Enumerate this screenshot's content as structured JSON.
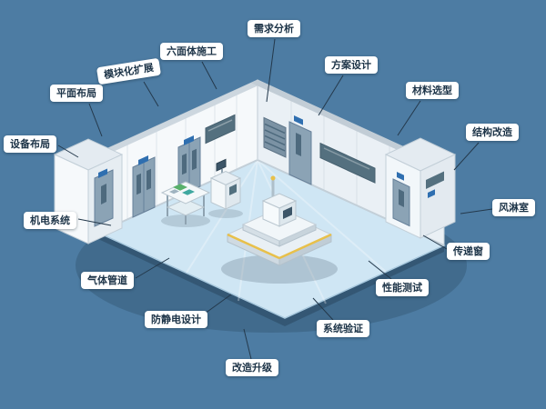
{
  "colors": {
    "background": "#4d7ca3",
    "label_background": "#ffffff",
    "label_text": "#1c3347",
    "leader_line": "#24394c",
    "floor": "#cfe6f4",
    "wall_lit": "#f6f9fb",
    "wall_shaded": "#eaf0f5",
    "wall_top": "#cdd7df",
    "door": "#8ba3b5",
    "door_window": "#4e6a7e",
    "window_strip": "#54707f",
    "door_sign": "#2f6fb0",
    "platform_edge_accent": "#e8c04a",
    "equipment_green": "#58b06b",
    "equipment_teal": "#3fa8a0"
  },
  "labels": [
    {
      "id": "requirement-analysis",
      "text": "需求分析"
    },
    {
      "id": "scheme-design",
      "text": "方案设计"
    },
    {
      "id": "material-selection",
      "text": "材料选型"
    },
    {
      "id": "structure-modification",
      "text": "结构改造"
    },
    {
      "id": "air-shower-room",
      "text": "风淋室"
    },
    {
      "id": "pass-window",
      "text": "传递窗"
    },
    {
      "id": "performance-test",
      "text": "性能测试"
    },
    {
      "id": "system-verification",
      "text": "系统验证"
    },
    {
      "id": "renovation-upgrade",
      "text": "改造升级"
    },
    {
      "id": "antistatic-design",
      "text": "防静电设计"
    },
    {
      "id": "gas-pipeline",
      "text": "气体管道"
    },
    {
      "id": "mechanical-electrical-system",
      "text": "机电系统"
    },
    {
      "id": "equipment-layout",
      "text": "设备布局"
    },
    {
      "id": "plane-layout",
      "text": "平面布局"
    },
    {
      "id": "modular-expansion",
      "text": "模块化扩展"
    },
    {
      "id": "hexahedron-construction",
      "text": "六面体施工"
    }
  ]
}
